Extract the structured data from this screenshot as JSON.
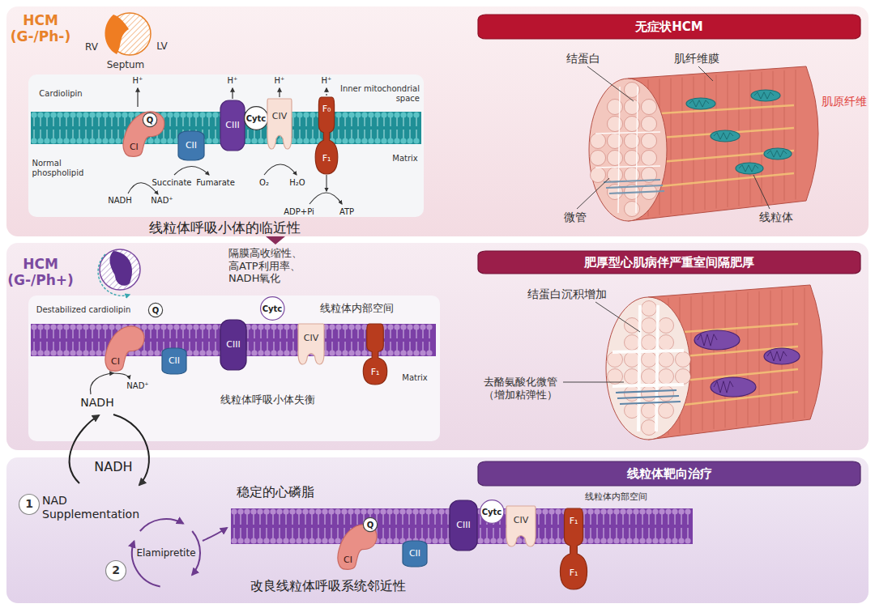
{
  "diagram": {
    "nodes": [
      {
        "text": [
          "无症状HCM"
        ]
      },
      {
        "text": [
          "CI"
        ]
      },
      {
        "text": [
          "Q"
        ]
      },
      {
        "text": [
          "CII"
        ]
      },
      {
        "text": [
          "CIII"
        ]
      },
      {
        "text": [
          "Cytc"
        ]
      },
      {
        "text": [
          "CIV"
        ]
      },
      {
        "text": [
          "F₀",
          "F₁"
        ]
      },
      {
        "text": [
          "肥厚型心肌病伴严重室间隔肥厚"
        ]
      },
      {
        "text": [
          "Q"
        ]
      },
      {
        "text": [
          "Cytc"
        ]
      },
      {
        "text": [
          "CI"
        ]
      },
      {
        "text": [
          "CII"
        ]
      },
      {
        "text": [
          "CIII"
        ]
      },
      {
        "text": [
          "CIV"
        ]
      },
      {
        "text": [
          "F₁"
        ]
      },
      {
        "text": [
          "线粒体靶向治疗"
        ]
      },
      {
        "text": [
          "1"
        ]
      },
      {
        "text": [
          "2"
        ]
      },
      {
        "text": [
          "CI"
        ]
      },
      {
        "text": [
          "Q"
        ]
      },
      {
        "text": [
          "CII"
        ]
      },
      {
        "text": [
          "CIII"
        ]
      },
      {
        "text": [
          "Cytc"
        ]
      },
      {
        "text": [
          "CIV"
        ]
      },
      {
        "text": [
          "F₁",
          "F₁"
        ]
      }
    ],
    "labels": [
      "HCM (G-/Ph-)",
      "RV",
      "Septum",
      "LV",
      "Cardiolipin",
      "H⁺",
      "H⁺",
      "H⁺",
      "H⁺",
      "Inner mitochondrial space",
      "Normal phospholipid",
      "Matrix",
      "NADH",
      "NAD⁺",
      "Succinate",
      "Fumarate",
      "O₂",
      "H₂O",
      "ADP+Pi",
      "ATP",
      "结蛋白",
      "肌纤维膜",
      "肌原纤维",
      "微管",
      "线粒体",
      "线粒体呼吸小体的临近性",
      "HCM (G-/Ph+)",
      "隔膜高收缩性、 高ATP利用率、 NADH氧化",
      "Destabilized cardiolipin",
      "线粒体内部空间",
      "NAD⁺",
      "NADH",
      "线粒体呼吸小体失衡",
      "Matrix",
      "结蛋白沉积增加",
      "去酪氨酸化微管 （增加粘弹性）",
      "NADH",
      "NAD Supplementation",
      "Elamipretite",
      "稳定的心磷脂",
      "线粒体内部空间",
      "改良线粒体呼吸系统邻近性"
    ]
  }
}
